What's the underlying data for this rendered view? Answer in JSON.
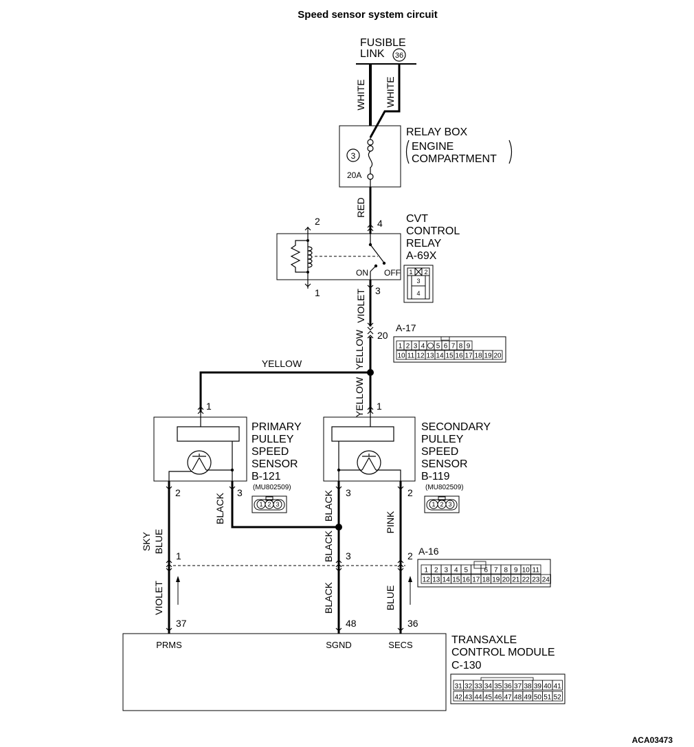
{
  "title": "Speed sensor system circuit",
  "fusible_link": {
    "line1": "FUSIBLE",
    "line2": "LINK",
    "number": "36"
  },
  "relay_box": {
    "line1": "RELAY BOX",
    "line2": "ENGINE",
    "line3": "COMPARTMENT",
    "fuse_number": "3",
    "fuse_rating": "20A"
  },
  "cvt_relay": {
    "line1": "CVT",
    "line2": "CONTROL",
    "line3": "RELAY",
    "connector": "A-69X",
    "pin_on": "ON",
    "pin_off": "OFF",
    "pins": [
      "1",
      "2",
      "3",
      "4"
    ],
    "grid": [
      "1",
      "2",
      "3",
      "4"
    ]
  },
  "a17": {
    "label": "A-17",
    "row1": [
      "1",
      "2",
      "3",
      "4",
      "5",
      "6",
      "7",
      "8",
      "9"
    ],
    "row2": [
      "10",
      "11",
      "12",
      "13",
      "14",
      "15",
      "16",
      "17",
      "18",
      "19",
      "20"
    ]
  },
  "a16": {
    "label": "A-16",
    "row1": [
      "1",
      "2",
      "3",
      "4",
      "5",
      "6",
      "7",
      "8",
      "9",
      "10",
      "11"
    ],
    "row2": [
      "12",
      "13",
      "14",
      "15",
      "16",
      "17",
      "18",
      "19",
      "20",
      "21",
      "22",
      "23",
      "24"
    ]
  },
  "primary_sensor": {
    "line1": "PRIMARY",
    "line2": "PULLEY",
    "line3": "SPEED",
    "line4": "SENSOR",
    "connector": "B-121",
    "part": "(MU802509)",
    "pins": [
      "1",
      "2",
      "3"
    ]
  },
  "secondary_sensor": {
    "line1": "SECONDARY",
    "line2": "PULLEY",
    "line3": "SPEED",
    "line4": "SENSOR",
    "connector": "B-119",
    "part": "(MU802509)",
    "pins": [
      "1",
      "2",
      "3"
    ]
  },
  "tcm": {
    "line1": "TRANSAXLE",
    "line2": "CONTROL MODULE",
    "connector": "C-130",
    "row1": [
      "31",
      "32",
      "33",
      "34",
      "35",
      "36",
      "37",
      "38",
      "39",
      "40",
      "41"
    ],
    "row2": [
      "42",
      "43",
      "44",
      "45",
      "46",
      "47",
      "48",
      "49",
      "50",
      "51",
      "52"
    ],
    "terms": [
      "PRMS",
      "SGND",
      "SECS"
    ]
  },
  "wires": {
    "white": "WHITE",
    "red": "RED",
    "violet": "VIOLET",
    "yellow": "YELLOW",
    "sky": "SKY",
    "blue": "BLUE",
    "black": "BLACK",
    "pink": "PINK"
  },
  "pins": {
    "p4": "4",
    "p2": "2",
    "p1": "1",
    "p3": "3",
    "p20": "20",
    "p37": "37",
    "p48": "48",
    "p36": "36"
  },
  "figure_id": "ACA03473"
}
